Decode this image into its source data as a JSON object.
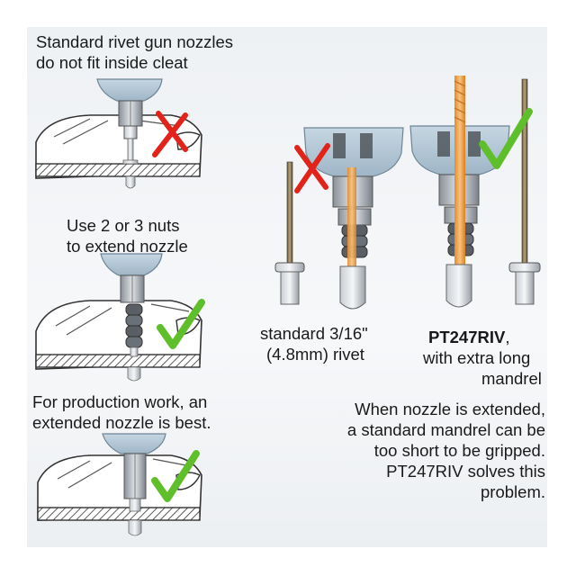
{
  "captions": {
    "standard_nozzle_line1": "Standard rivet gun nozzles",
    "standard_nozzle_line2": "do not fit inside cleat",
    "nuts_line1": "Use 2 or 3 nuts",
    "nuts_line2": "to extend nozzle",
    "production_line1": "For production work, an",
    "production_line2": "extended nozzle is best.",
    "standard_rivet_line1": "standard 3/16\"",
    "standard_rivet_line2": "(4.8mm) rivet",
    "pt_name": "PT247RIV",
    "pt_suffix": ",",
    "pt_line2": "with extra long",
    "pt_line3": "mandrel",
    "note_line1": "When nozzle is extended,",
    "note_line2": "a standard mandrel can be",
    "note_line3": "too short to be gripped.",
    "note_line4": "PT247RIV solves this",
    "note_line5": "problem."
  },
  "marks": {
    "cross_color": "#e2231a",
    "check_color": "#5fbf2a",
    "nozzle_color": "#b6cad8",
    "mandrel_color": "#f0a24c"
  }
}
